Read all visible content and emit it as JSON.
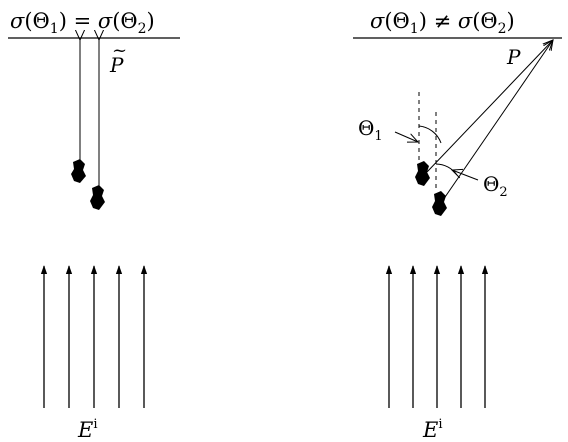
{
  "left_panel": {
    "equation": {
      "lhs_func": "σ",
      "lhs_arg": "Θ",
      "lhs_sub": "1",
      "relation": "=",
      "rhs_func": "σ",
      "rhs_arg": "Θ",
      "rhs_sub": "2"
    },
    "path_label": "P",
    "path_label_accent": "~",
    "field_label": "E",
    "field_label_sup": "i"
  },
  "right_panel": {
    "equation": {
      "lhs_func": "σ",
      "lhs_arg": "Θ",
      "lhs_sub": "1",
      "relation": "≠",
      "rhs_func": "σ",
      "rhs_arg": "Θ",
      "rhs_sub": "2"
    },
    "path_label": "P",
    "angle1": {
      "symbol": "Θ",
      "sub": "1"
    },
    "angle2": {
      "symbol": "Θ",
      "sub": "2"
    },
    "field_label": "E",
    "field_label_sup": "i"
  }
}
